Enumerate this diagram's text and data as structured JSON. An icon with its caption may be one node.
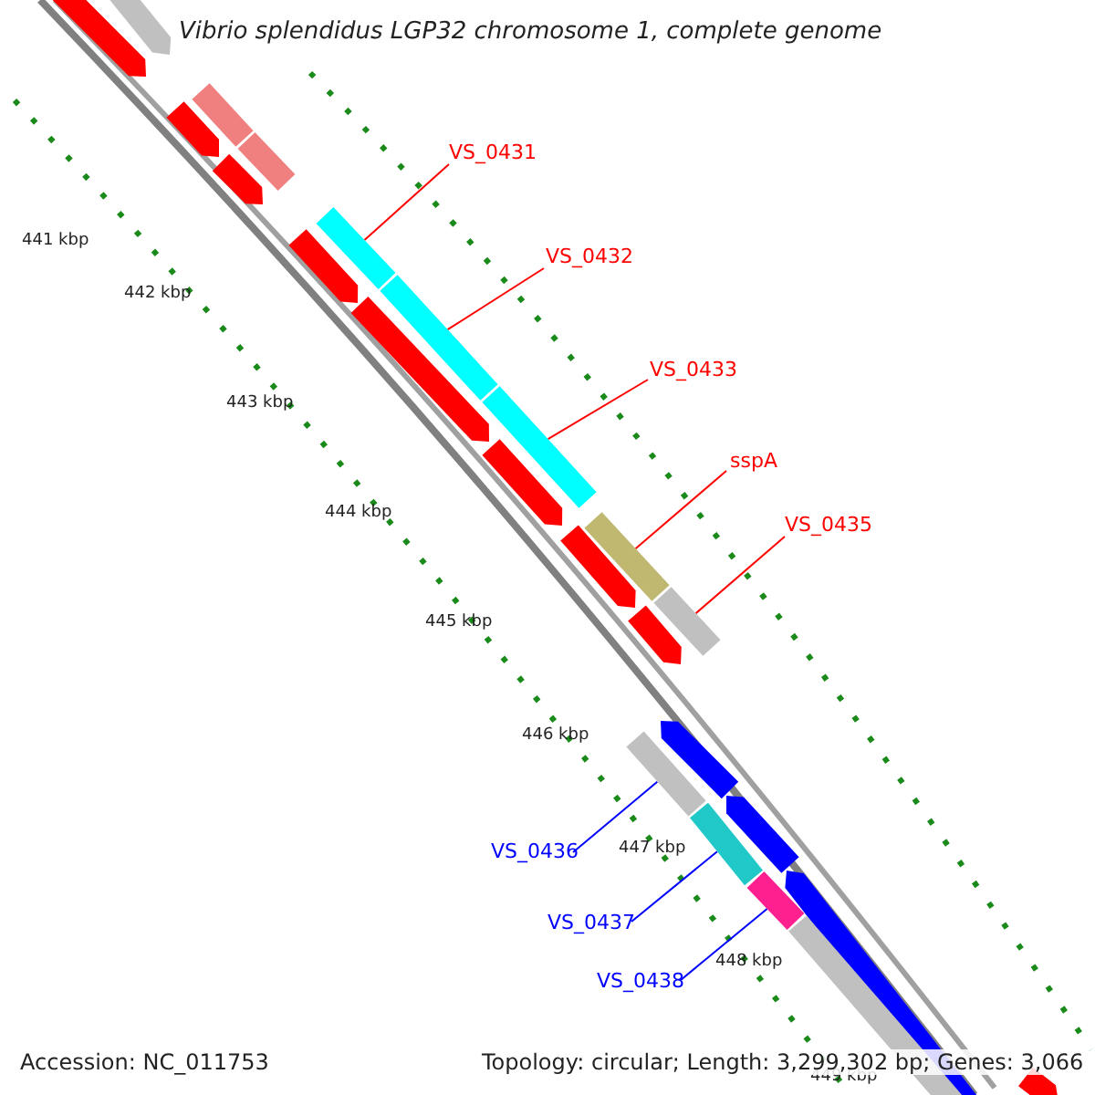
{
  "diagram": {
    "title": "Vibrio splendidus LGP32 chromosome 1, complete genome",
    "nodes": [
      {
        "text": [
          "VS_0431"
        ]
      },
      {
        "text": [
          "VS_0432"
        ]
      },
      {
        "text": [
          "VS_0433"
        ]
      },
      {
        "text": [
          "sspA"
        ]
      },
      {
        "text": [
          "VS_0435"
        ]
      },
      {
        "text": [
          "VS_0436"
        ]
      },
      {
        "text": [
          "VS_0437"
        ]
      },
      {
        "text": [
          "VS_0438"
        ]
      },
      {
        "text": [],
        "shape": "bar"
      },
      {
        "text": [],
        "shape": "bar"
      },
      {
        "text": [],
        "shape": "bar"
      },
      {
        "text": [],
        "shape": "bar"
      },
      {
        "text": [],
        "shape": "bar"
      },
      {
        "text": [],
        "shape": "bar"
      },
      {
        "text": [],
        "shape": "bar"
      },
      {
        "text": [],
        "shape": "bar"
      },
      {
        "text": [],
        "shape": "arrow"
      },
      {
        "text": [],
        "shape": "arrow"
      },
      {
        "text": [],
        "shape": "bar"
      },
      {
        "text": [],
        "shape": "bar"
      },
      {
        "text": [],
        "shape": "arrow"
      },
      {
        "text": [],
        "shape": "arrow"
      },
      {
        "text": [],
        "shape": "arrow"
      },
      {
        "text": [],
        "shape": "arrow"
      },
      {
        "text": [],
        "shape": "arrow"
      },
      {
        "text": [],
        "shape": "arrow"
      },
      {
        "text": [],
        "shape": "arrow"
      },
      {
        "text": [],
        "shape": "arrow"
      },
      {
        "text": [],
        "shape": "arrow"
      },
      {
        "text": [],
        "shape": "arrow"
      },
      {
        "text": [],
        "shape": "bar"
      },
      {
        "text": [],
        "shape": "arrow"
      }
    ],
    "edges": [
      {
        "from": 0,
        "to": 8,
        "arrow": "none"
      },
      {
        "from": 1,
        "to": 9,
        "arrow": "none"
      },
      {
        "from": 2,
        "to": 10,
        "arrow": "none"
      },
      {
        "from": 3,
        "to": 11,
        "arrow": "none"
      },
      {
        "from": 4,
        "to": 12,
        "arrow": "none"
      },
      {
        "from": 5,
        "to": 13,
        "arrow": "none",
        "color": "#0000ff"
      },
      {
        "from": 6,
        "to": 14,
        "arrow": "none",
        "color": "#0000ff"
      },
      {
        "from": 7,
        "to": 15,
        "arrow": "none",
        "color": "#0000ff"
      }
    ],
    "labels": [
      "441 kbp",
      "442 kbp",
      "443 kbp",
      "444 kbp",
      "445 kbp",
      "446 kbp",
      "447 kbp",
      "448 kbp",
      "449 kbp",
      "Accession: NC_011753",
      "Topology: circular; Length: 3,299,302 bp; Genes: 3,066"
    ]
  }
}
